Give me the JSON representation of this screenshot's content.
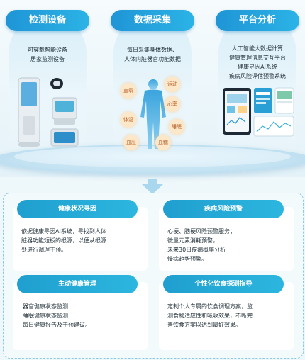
{
  "columns": [
    {
      "title": "检测设备",
      "lines": [
        "可穿戴智能设备",
        "居家监测设备"
      ]
    },
    {
      "title": "数据采集",
      "lines": [
        "每日采集身体数据、",
        "人体内脏器官功能数据"
      ]
    },
    {
      "title": "平台分析",
      "lines": [
        "人工智能大数据计算",
        "健康管理信息交互平台",
        "健康寻因AI系统",
        "疾病风险评估预警系统"
      ]
    }
  ],
  "body_metrics": [
    "血氧",
    "运动",
    "心率",
    "体温",
    "睡眠",
    "血压",
    "血糖"
  ],
  "cards": [
    {
      "title": "健康状况寻因",
      "lines": [
        "依据健康寻因AI系统，寻找到人体",
        "脏器功能短板的根源，以便从根源",
        "处进行调理干预。"
      ]
    },
    {
      "title": "疾病风险预警",
      "lines": [
        "心梗、脑梗风险预警服务；",
        "微量元素消耗预警，",
        "未来30日疾病概率分析",
        "慢病趋势预警。"
      ]
    },
    {
      "title": "主动健康管理",
      "lines": [
        "器官健康状态监测",
        "睡眠健康状态监测",
        "每日健康报告及干预建议。"
      ]
    },
    {
      "title": "个性化饮食探测指导",
      "lines": [
        "定制个人专属的饮食调理方案，监",
        "测食物适应性和吸收效果，不断完",
        "善饮食方案以达到最好效果。"
      ]
    }
  ],
  "colors": {
    "accent": "#1f9fcf",
    "panel_border": "#8dc8e2",
    "bubble": "#fde7c9"
  }
}
